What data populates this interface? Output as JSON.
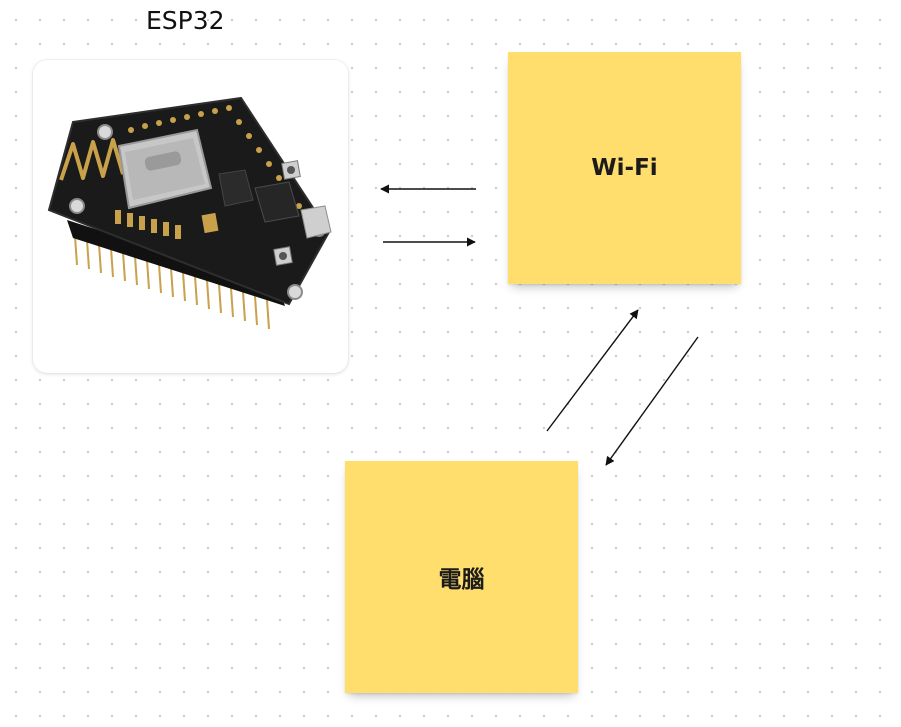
{
  "board": {
    "image_caption": "ESP32",
    "notes": {
      "wifi": "Wi-Fi",
      "computer": "電腦"
    }
  },
  "colors": {
    "sticky_note": "#ffde6e",
    "board_background": "#ffffff",
    "grid_dot": "#cfcfd4",
    "arrow": "#111111",
    "pcb": "#1a1a1a",
    "wifi_module": "#c9a14a"
  },
  "icons": {
    "board_photo": "esp32-board-image"
  }
}
